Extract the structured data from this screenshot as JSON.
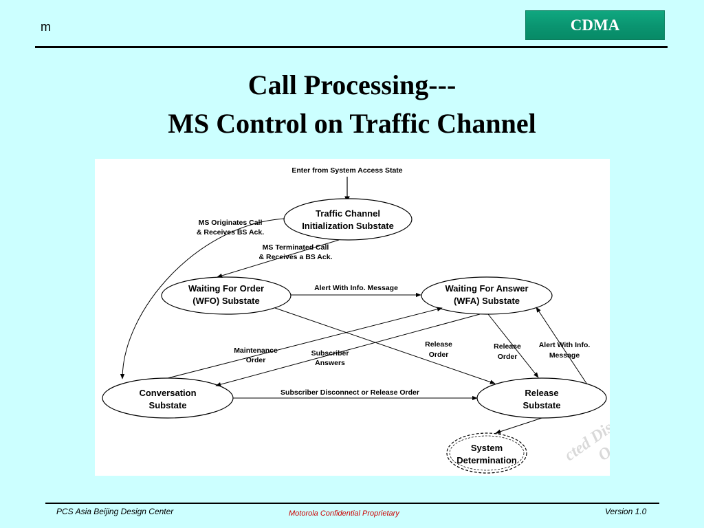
{
  "header": {
    "corner_mark": "m",
    "badge": "CDMA"
  },
  "title": {
    "line1": "Call Processing---",
    "line2": "MS Control on Traffic Channel"
  },
  "diagram": {
    "entry_label": "Enter from System Access State",
    "states": {
      "tci": [
        "Traffic Channel",
        "Initialization Substate"
      ],
      "wfo": [
        "Waiting For Order",
        "(WFO) Substate"
      ],
      "wfa": [
        "Waiting For Answer",
        "(WFA) Substate"
      ],
      "conv": [
        "Conversation",
        "Substate"
      ],
      "release": [
        "Release",
        "Substate"
      ],
      "sysdet": [
        "System",
        "Determination"
      ]
    },
    "transitions": {
      "ms_originates": [
        "MS Originates Call",
        "& Receives BS Ack."
      ],
      "ms_terminated": [
        "MS Terminated Call",
        "& Receives a BS Ack."
      ],
      "alert_info": "Alert With Info. Message",
      "maintenance": [
        "Maintenance",
        "Order"
      ],
      "subscriber_answers": [
        "Subscriber",
        "Answers"
      ],
      "release_order_1": [
        "Release",
        "Order"
      ],
      "release_order_2": [
        "Release",
        "Order"
      ],
      "alert_info_2": [
        "Alert With Info.",
        "Message"
      ],
      "disconnect": "Subscriber Disconnect or Release Order"
    },
    "watermark": [
      "cted Dis",
      "O"
    ]
  },
  "footer": {
    "left": "PCS Asia Beijing Design Center",
    "center": "Motorola Confidential Proprietary",
    "right": "Version 1.0"
  }
}
